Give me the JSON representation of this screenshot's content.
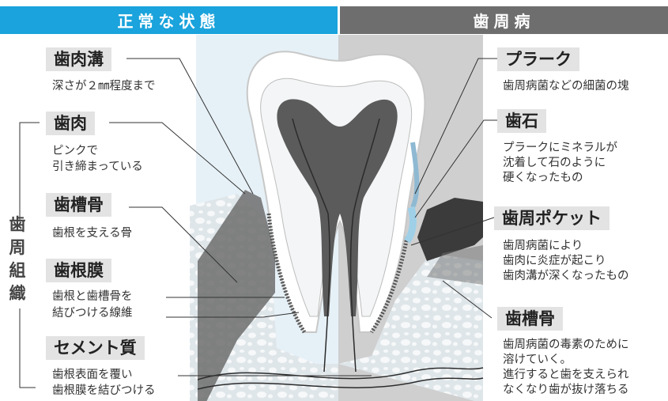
{
  "headers": {
    "normal": "正常な状態",
    "disease": "歯周病"
  },
  "side_label": [
    "歯",
    "周",
    "組",
    "織"
  ],
  "left": [
    {
      "term": "歯肉溝",
      "desc": [
        "深さが２㎜程度まで"
      ]
    },
    {
      "term": "歯肉",
      "desc": [
        "ピンクで",
        "引き締まっている"
      ]
    },
    {
      "term": "歯槽骨",
      "desc": [
        "歯根を支える骨"
      ]
    },
    {
      "term": "歯根膜",
      "desc": [
        "歯根と歯槽骨を",
        "結びつける線維"
      ]
    },
    {
      "term": "セメント質",
      "desc": [
        "歯根表面を覆い",
        "歯根膜を結びつける"
      ]
    }
  ],
  "right": [
    {
      "term": "プラーク",
      "desc": [
        "歯周病菌などの細菌の塊"
      ]
    },
    {
      "term": "歯石",
      "desc": [
        "プラークにミネラルが",
        "沈着して石のように",
        "硬くなったもの"
      ]
    },
    {
      "term": "歯周ポケット",
      "desc": [
        "歯周病菌により",
        "歯肉に炎症が起こり",
        "歯肉溝が深くなったもの"
      ]
    },
    {
      "term": "歯槽骨",
      "desc": [
        "歯周病菌の毒素のために",
        "溶けていく。",
        "進行すると歯を支えられ",
        "なくなり歯が抜け落ちる"
      ]
    }
  ],
  "colors": {
    "normal_header": "#1aa3dc",
    "disease_header": "#6e6e6e",
    "label_bg": "#e3e3e3"
  }
}
